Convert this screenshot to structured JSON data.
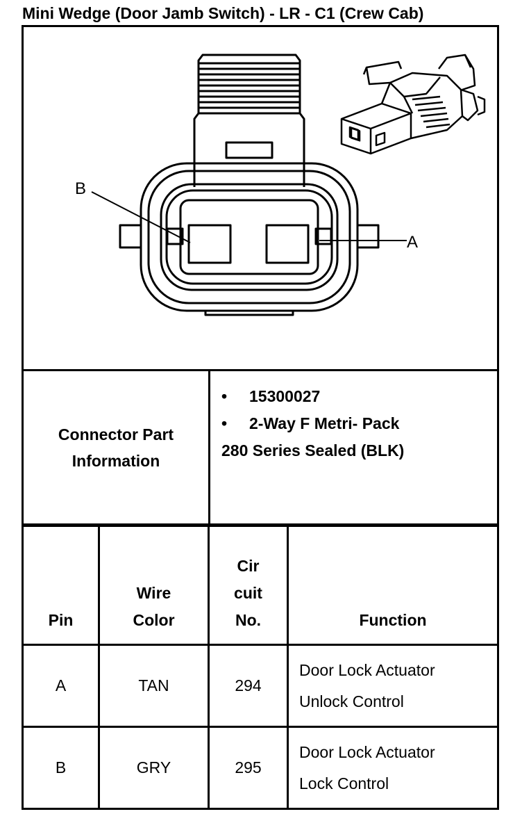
{
  "title": "Mini Wedge (Door Jamb Switch) - LR - C1 (Crew Cab)",
  "diagram": {
    "label_b": "B",
    "label_a": "A"
  },
  "connector_info": {
    "label_line1": "Connector Part",
    "label_line2": "Information",
    "bullet_char": "•",
    "items": [
      "15300027",
      "2-Way F Metri- Pack"
    ],
    "continuation": "280 Series Sealed (BLK)"
  },
  "pin_table": {
    "headers": {
      "pin": "Pin",
      "wire_color_line1": "Wire",
      "wire_color_line2": "Color",
      "circuit_line1": "Cir",
      "circuit_line2": "cuit",
      "circuit_line3": "No.",
      "function": "Function"
    },
    "rows": [
      {
        "pin": "A",
        "wire_color": "TAN",
        "circuit": "294",
        "function_line1": "Door Lock Actuator",
        "function_line2": "Unlock Control"
      },
      {
        "pin": "B",
        "wire_color": "GRY",
        "circuit": "295",
        "function_line1": "Door Lock Actuator",
        "function_line2": "Lock Control"
      }
    ]
  }
}
